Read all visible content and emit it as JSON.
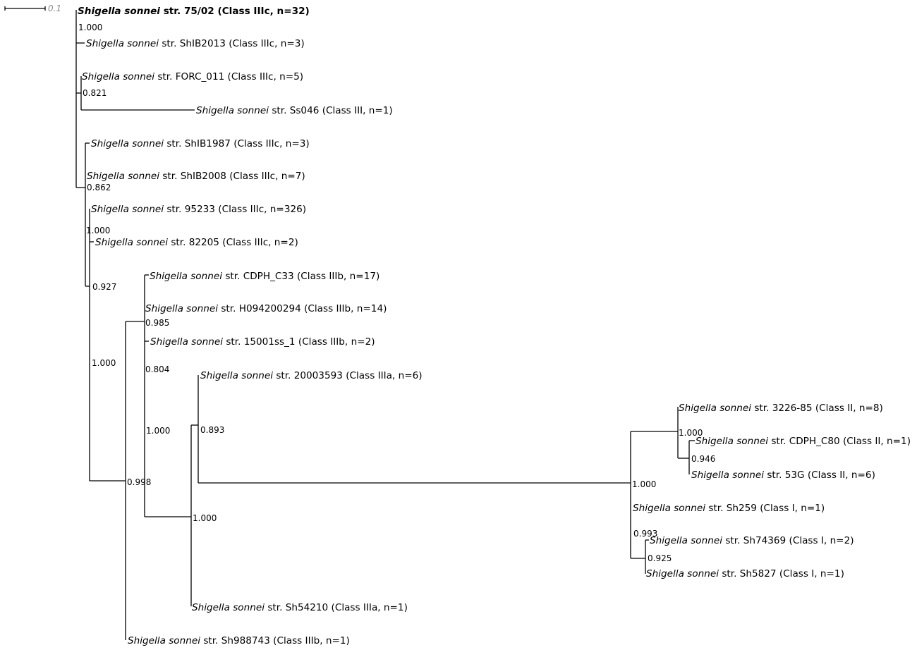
{
  "scale_bar": {
    "label": "0.1"
  },
  "taxa": [
    {
      "species": "Shigella sonnei",
      "rest": " str. 75/02 (Class IIIc, n=32)",
      "bold": true
    },
    {
      "species": "Shigella sonnei",
      "rest": " str. ShIB2013 (Class IIIc, n=3)"
    },
    {
      "species": "Shigella sonnei",
      "rest": " str. FORC_011 (Class IIIc, n=5)"
    },
    {
      "species": "Shigella sonnei",
      "rest": " str. Ss046 (Class III, n=1)"
    },
    {
      "species": "Shigella sonnei",
      "rest": " str. ShIB1987 (Class IIIc, n=3)"
    },
    {
      "species": "Shigella sonnei",
      "rest": " str. ShIB2008 (Class IIIc, n=7)"
    },
    {
      "species": "Shigella sonnei",
      "rest": " str. 95233 (Class IIIc, n=326)"
    },
    {
      "species": "Shigella sonnei",
      "rest": " str. 82205 (Class IIIc, n=2)"
    },
    {
      "species": "Shigella sonnei",
      "rest": " str. CDPH_C33 (Class IIIb, n=17)"
    },
    {
      "species": "Shigella sonnei",
      "rest": " str. H094200294 (Class IIIb, n=14)"
    },
    {
      "species": "Shigella sonnei",
      "rest": " str. 15001ss_1 (Class IIIb, n=2)"
    },
    {
      "species": "Shigella sonnei",
      "rest": " str. 20003593 (Class IIIa, n=6)"
    },
    {
      "species": "Shigella sonnei",
      "rest": " str. 3226-85 (Class II, n=8)"
    },
    {
      "species": "Shigella sonnei",
      "rest": " str. CDPH_C80 (Class II, n=1)"
    },
    {
      "species": "Shigella sonnei",
      "rest": " str. 53G (Class II, n=6)"
    },
    {
      "species": "Shigella sonnei",
      "rest": " str. Sh259 (Class I, n=1)"
    },
    {
      "species": "Shigella sonnei",
      "rest": " str. Sh74369 (Class I, n=2)"
    },
    {
      "species": "Shigella sonnei",
      "rest": " str. Sh5827 (Class I, n=1)"
    },
    {
      "species": "Shigella sonnei",
      "rest": " str. Sh54210 (Class IIIa, n=1)"
    },
    {
      "species": "Shigella sonnei",
      "rest": " str. Sh988743 (Class IIIb, n=1)"
    }
  ],
  "support_values": [
    "1.000",
    "0.821",
    "0.862",
    "1.000",
    "0.927",
    "1.000",
    "0.985",
    "0.804",
    "1.000",
    "0.998",
    "0.893",
    "1.000",
    "1.000",
    "0.946",
    "0.993",
    "0.925",
    "1.000"
  ]
}
